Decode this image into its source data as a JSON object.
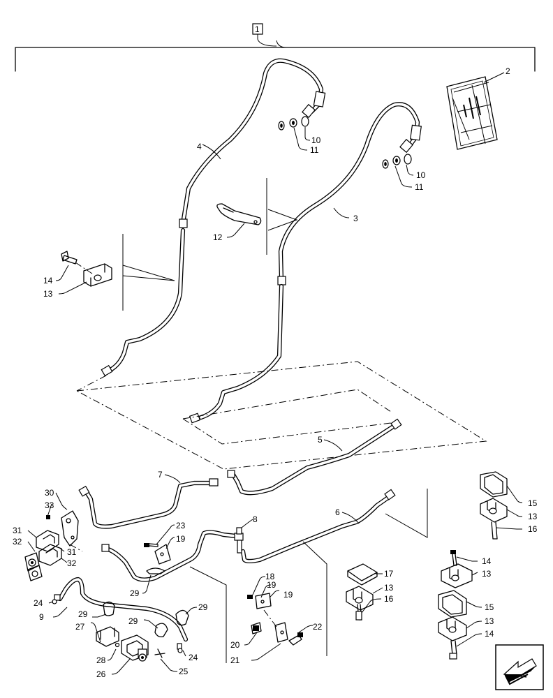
{
  "assembly_number": "1",
  "callouts": {
    "c2": "2",
    "c3": "3",
    "c4": "4",
    "c5": "5",
    "c6": "6",
    "c7": "7",
    "c8": "8",
    "c9": "9",
    "c10a": "10",
    "c10b": "10",
    "c11a": "11",
    "c11b": "11",
    "c12": "12",
    "c13a": "13",
    "c13b": "13",
    "c13c": "13",
    "c13d": "13",
    "c13e": "13",
    "c14a": "14",
    "c14b": "14",
    "c14c": "14",
    "c15a": "15",
    "c15b": "15",
    "c16a": "16",
    "c16b": "16",
    "c17": "17",
    "c18": "18",
    "c19a": "19",
    "c19b": "19",
    "c19c": "19",
    "c20": "20",
    "c21": "21",
    "c22": "22",
    "c23": "23",
    "c24a": "24",
    "c24b": "24",
    "c25": "25",
    "c26": "26",
    "c27": "27",
    "c28": "28",
    "c29a": "29",
    "c29b": "29",
    "c29c": "29",
    "c29d": "29",
    "c30": "30",
    "c31a": "31",
    "c31b": "31",
    "c32a": "32",
    "c32b": "32",
    "c33": "33"
  },
  "icons": {
    "orientation": "arrow-icon",
    "document": "manual-icon"
  }
}
